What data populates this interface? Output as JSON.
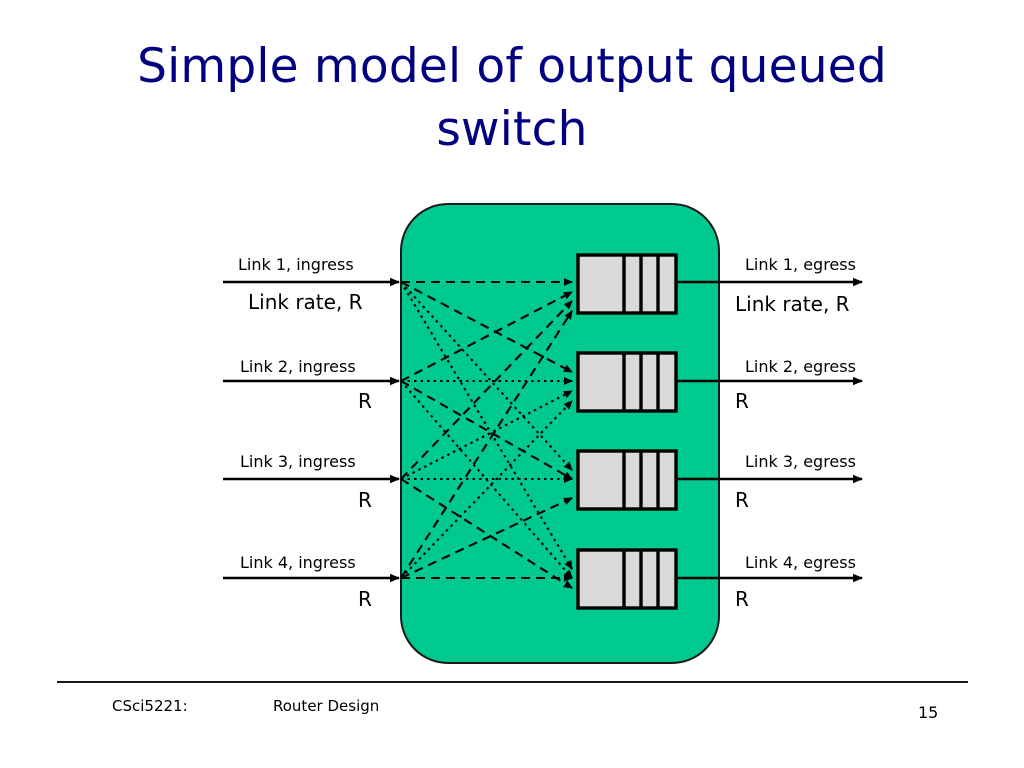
{
  "slide": {
    "title": "Simple model of output queued\nswitch",
    "title_color": "#000080",
    "background_color": "#ffffff"
  },
  "diagram": {
    "fabric_color": "#00c98f",
    "fabric_border_color": "#1a1a1a",
    "queue_fill_color": "#d9d9d9",
    "queue_border_color": "#000000",
    "line_color": "#000000",
    "rows": [
      {
        "ingress_label": "Link 1, ingress",
        "ingress_rate": "Link rate, R",
        "egress_label": "Link 1, egress",
        "egress_rate": "Link rate, R"
      },
      {
        "ingress_label": "Link 2, ingress",
        "ingress_rate": "R",
        "egress_label": "Link 2, egress",
        "egress_rate": "R"
      },
      {
        "ingress_label": "Link 3, ingress",
        "ingress_rate": "R",
        "egress_label": "Link 3, egress",
        "egress_rate": "R"
      },
      {
        "ingress_label": "Link 4, ingress",
        "ingress_rate": "R",
        "egress_label": "Link 4, egress",
        "egress_rate": "R"
      }
    ]
  },
  "footer": {
    "course": "CSci5221:",
    "topic": "Router Design",
    "page_number": "15"
  }
}
